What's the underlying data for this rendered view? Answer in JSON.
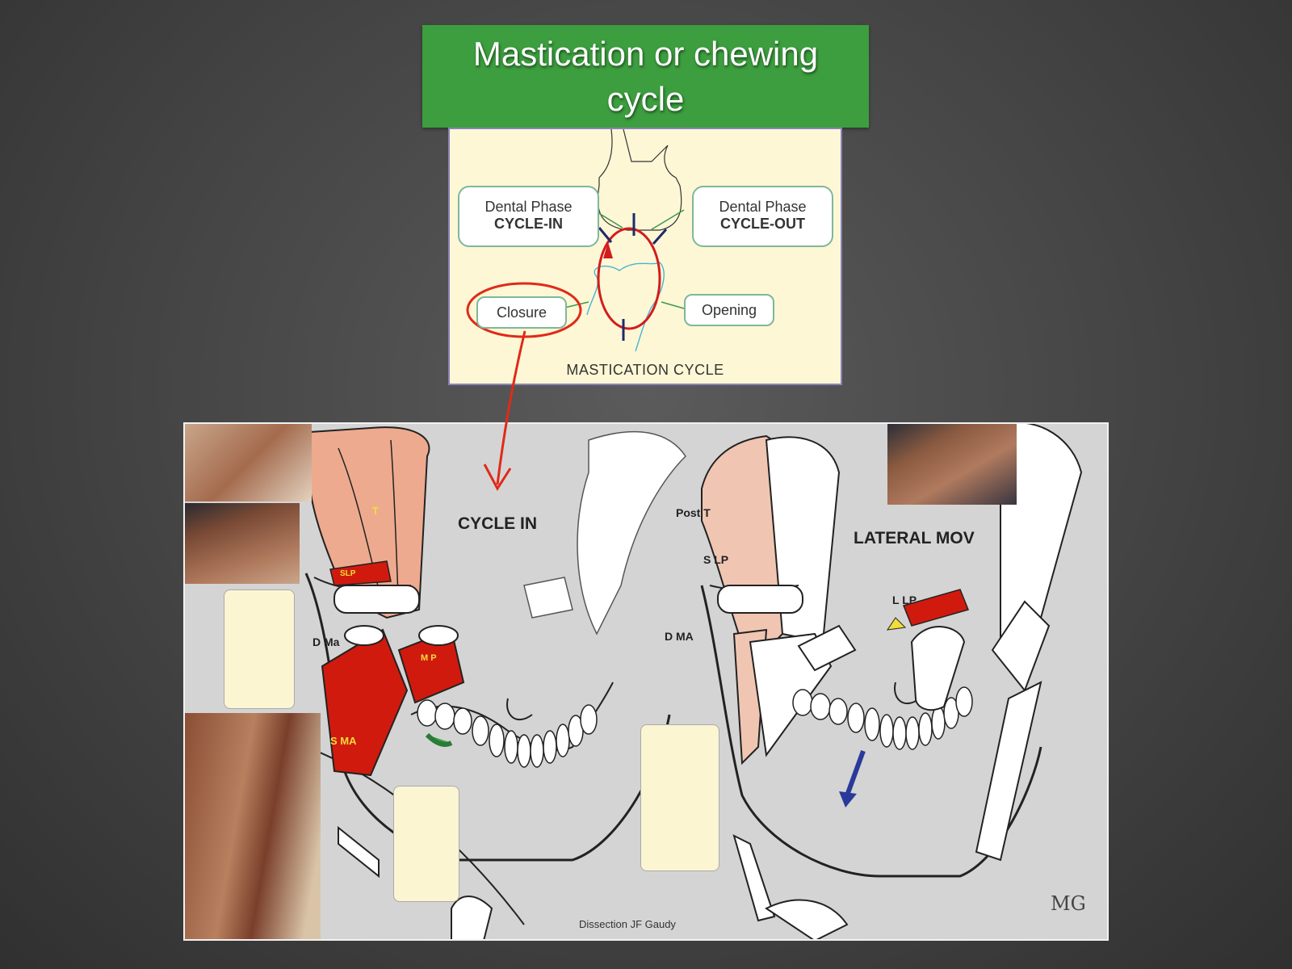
{
  "slide": {
    "title": "Mastication or chewing cycle"
  },
  "cycle_diagram": {
    "caption": "MASTICATION CYCLE",
    "boxes": {
      "cycle_in": {
        "line1": "Dental Phase",
        "line2": "CYCLE-IN"
      },
      "cycle_out": {
        "line1": "Dental Phase",
        "line2": "CYCLE-OUT"
      },
      "closure": "Closure",
      "opening": "Opening"
    }
  },
  "dissection_figure": {
    "left_title": "CYCLE IN",
    "right_title": "LATERAL MOV",
    "labels": {
      "t": "T",
      "slp_left": "SLP",
      "dma_left": "D Ma",
      "mp": "M P",
      "sma": "S MA",
      "post_t": "Post T",
      "slp_right": "S LP",
      "llp": "L LP",
      "dma_right": "D MA"
    },
    "credit": "Dissection JF Gaudy",
    "signature": "MG"
  },
  "colors": {
    "title_bg": "#3c9e3e",
    "panel_bg": "#fdf7d6",
    "muscle_red": "#d11a0e",
    "muscle_salmon": "#eeaa8e",
    "annotation_red": "#e02a18",
    "arrow_yellow": "#f2de3a",
    "arrow_blue": "#2a3a9a"
  }
}
